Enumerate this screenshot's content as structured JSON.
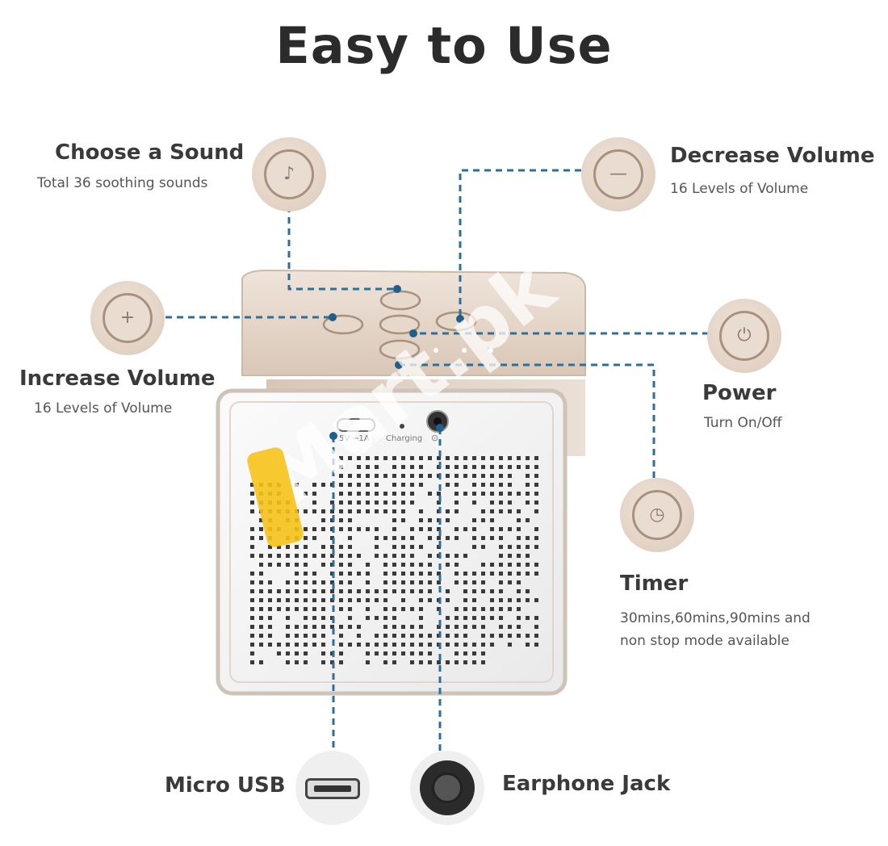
{
  "title": "Easy to Use",
  "features": {
    "choose_sound": {
      "label": "Choose a Sound",
      "desc": "Total 36 soothing sounds",
      "icon": "music-note-icon"
    },
    "decrease_volume": {
      "label": "Decrease Volume",
      "desc": "16 Levels of Volume",
      "icon": "minus-icon"
    },
    "increase_volume": {
      "label": "Increase Volume",
      "desc": "16 Levels of Volume",
      "icon": "plus-icon"
    },
    "power": {
      "label": "Power",
      "desc": "Turn On/Off",
      "icon": "power-icon"
    },
    "timer": {
      "label": "Timer",
      "desc_line1": "30mins,60mins,90mins and",
      "desc_line2": "non stop mode available",
      "icon": "clock-icon"
    },
    "micro_usb": {
      "label": "Micro USB",
      "icon": "micro-usb-port-icon"
    },
    "earphone_jack": {
      "label": "Earphone Jack",
      "icon": "earphone-jack-icon"
    }
  },
  "device": {
    "port_labels": {
      "usb": "5V ⎓1A",
      "charging": "Charging",
      "jack": "⊙"
    }
  },
  "watermark": "Mart.pk",
  "colors": {
    "leader_line": "#2e6f99",
    "button_fill": "#e6d8cb",
    "button_ring": "#a8927f",
    "device_top": "#e3d3c5",
    "device_face": "#f4f4f4"
  }
}
